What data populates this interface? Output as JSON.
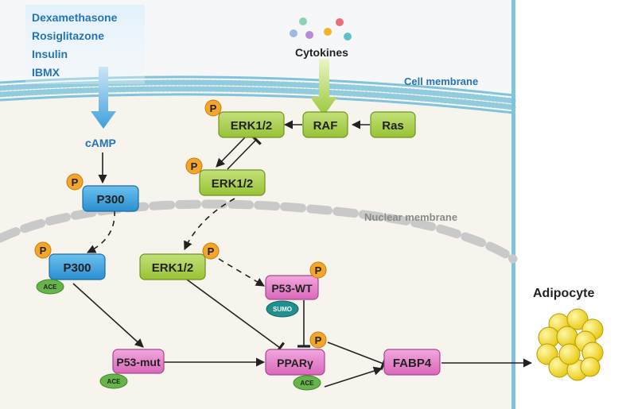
{
  "stimuli": [
    "Dexamethasone",
    "Rosiglitazone",
    "Insulin",
    "IBMX"
  ],
  "cytokines_label": "Cytokines",
  "cell_membrane_label": "Cell membrane",
  "nuclear_membrane_label": "Nuclear membrane",
  "camp_label": "cAMP",
  "nodes": {
    "erk_top": "ERK1/2",
    "raf": "RAF",
    "ras": "Ras",
    "erk_mid": "ERK1/2",
    "p300_top": "P300",
    "p300_bottom": "P300",
    "erk_nuc": "ERK1/2",
    "p53_wt": "P53-WT",
    "p53_mut": "P53-mut",
    "ppar": "PPARγ",
    "fabp4": "FABP4"
  },
  "modifiers": {
    "phospho": "P",
    "acetyl": "ACE",
    "sumo": "SUMO"
  },
  "adipocyte_label": "Adipocyte",
  "colors": {
    "cytoplasm": "#f6f4ec",
    "extracellular": "#f5f7f9",
    "membrane": "#7fc3dc",
    "green_node": "#a4cc3e",
    "blue_node": "#2e9ad6",
    "pink_node": "#e580c8",
    "phospho": "#f4a62a",
    "acetyl": "#67b54a",
    "sumo": "#1f8f8f",
    "text_blue": "#2374b8",
    "fat": "#f2dc12"
  }
}
